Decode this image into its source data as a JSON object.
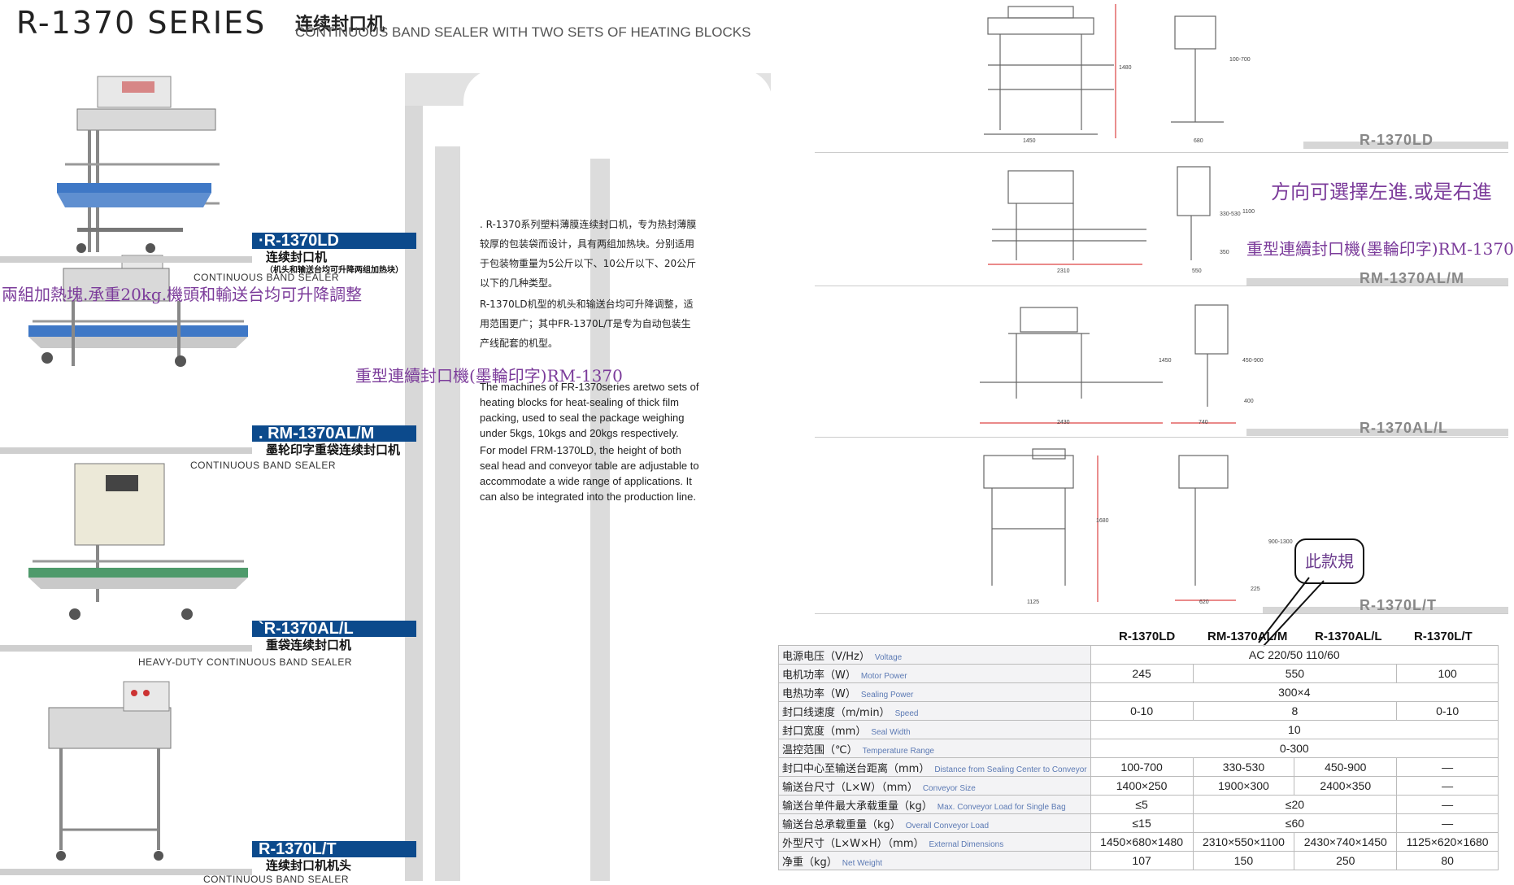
{
  "header": {
    "series_title": "R-1370 SERIES",
    "cn_title": "连续封口机",
    "en_title": "CONTINUOUS BAND SEALER WITH TWO SETS OF HEATING BLOCKS"
  },
  "products": [
    {
      "model": "·R-1370LD",
      "cn_name": "连续封口机",
      "cn_sub": "（机头和输送台均可升降两组加热块）",
      "en_name": "CONTINUOUS BAND SEALER"
    },
    {
      "model": ". RM-1370AL/M",
      "cn_name": "墨轮印字重袋连续封口机",
      "cn_sub": "",
      "en_name": "CONTINUOUS BAND SEALER"
    },
    {
      "model": "`R-1370AL/L",
      "cn_name": "重袋连续封口机",
      "cn_sub": "",
      "en_name": "HEAVY-DUTY CONTINUOUS BAND SEALER"
    },
    {
      "model": "R-1370L/T",
      "cn_name": "连续封口机机头",
      "cn_sub": "",
      "en_name": "CONTINUOUS BAND SEALER"
    }
  ],
  "annotations": {
    "note_left": "兩組加熱塊.承重20kg.機頭和輸送台均可升降調整",
    "note_center": "重型連續封口機(墨輪印字)RM-1370",
    "note_right_top": "方向可選擇左進.或是右進",
    "note_right_mid": "重型連續封口機(墨輪印字)RM-1370",
    "callout": "此款規"
  },
  "description": {
    "cn": [
      ". R-1370系列塑料薄膜连续封口机，专为热封薄膜较厚的包装袋而设计，具有两组加热块。分别适用于包装物重量为5公斤以下、10公斤以下、20公斤以下的几种类型。",
      "R-1370LD机型的机头和输送台均可升降调整，适用范围更广；其中FR-1370L/T是专为自动包装生产线配套的机型。"
    ],
    "en": [
      "The machines of FR-1370series aretwo sets of heating blocks for heat-sealing of thick film packing, used to seal the package weighing under 5kgs, 10kgs and 20kgs respectively.",
      "For model FRM-1370LD, the height of both seal head and conveyor table are adjustable to accommodate a wide range of applications. It can also be integrated into the production line."
    ]
  },
  "drawings": [
    {
      "label": "R-1370LD"
    },
    {
      "label": "RM-1370AL/M"
    },
    {
      "label": "R-1370AL/L"
    },
    {
      "label": "R-1370L/T"
    }
  ],
  "dimensions": {
    "d1": [
      "1480",
      "1450",
      "680",
      "100-700"
    ],
    "d2": [
      "2310",
      "330-530",
      "1100",
      "550",
      "350"
    ],
    "d3": [
      "1450",
      "450-900",
      "400",
      "2430",
      "740"
    ],
    "d4": [
      "1680",
      "1125",
      "900-1300",
      "225",
      "620"
    ]
  },
  "spec_table": {
    "columns": [
      "R-1370LD",
      "RM-1370AL/M",
      "R-1370AL/L",
      "R-1370L/T"
    ],
    "rows": [
      {
        "cn": "电源电压（V/Hz）",
        "en": "Voltage",
        "cells": [
          {
            "v": "AC  220/50  110/60",
            "span": 4
          }
        ]
      },
      {
        "cn": "电机功率（W）",
        "en": "Motor Power",
        "cells": [
          {
            "v": "245",
            "span": 1
          },
          {
            "v": "550",
            "span": 2
          },
          {
            "v": "100",
            "span": 1
          }
        ]
      },
      {
        "cn": "电热功率（W）",
        "en": "Sealing Power",
        "cells": [
          {
            "v": "300×4",
            "span": 4
          }
        ]
      },
      {
        "cn": "封口线速度（m/min）",
        "en": "Speed",
        "cells": [
          {
            "v": "0-10",
            "span": 1
          },
          {
            "v": "8",
            "span": 2
          },
          {
            "v": "0-10",
            "span": 1
          }
        ]
      },
      {
        "cn": "封口宽度（mm）",
        "en": "Seal Width",
        "cells": [
          {
            "v": "10",
            "span": 4
          }
        ]
      },
      {
        "cn": "温控范围（℃）",
        "en": "Temperature Range",
        "cells": [
          {
            "v": "0-300",
            "span": 4
          }
        ]
      },
      {
        "cn": "封口中心至输送台距离（mm）",
        "en": "Distance from Sealing Center to Conveyor",
        "cells": [
          {
            "v": "100-700",
            "span": 1
          },
          {
            "v": "330-530",
            "span": 1
          },
          {
            "v": "450-900",
            "span": 1
          },
          {
            "v": "—",
            "span": 1
          }
        ]
      },
      {
        "cn": "输送台尺寸（L×W）（mm）",
        "en": "Conveyor Size",
        "cells": [
          {
            "v": "1400×250",
            "span": 1
          },
          {
            "v": "1900×300",
            "span": 1
          },
          {
            "v": "2400×350",
            "span": 1
          },
          {
            "v": "—",
            "span": 1
          }
        ]
      },
      {
        "cn": "输送台单件最大承载重量（kg）",
        "en": "Max. Conveyor Load for Single Bag",
        "cells": [
          {
            "v": "≤5",
            "span": 1
          },
          {
            "v": "≤20",
            "span": 2
          },
          {
            "v": "—",
            "span": 1
          }
        ]
      },
      {
        "cn": "输送台总承载重量（kg）",
        "en": "Overall Conveyor Load",
        "cells": [
          {
            "v": "≤15",
            "span": 1
          },
          {
            "v": "≤60",
            "span": 2
          },
          {
            "v": "—",
            "span": 1
          }
        ]
      },
      {
        "cn": "外型尺寸（L×W×H）（mm）",
        "en": "External Dimensions",
        "cells": [
          {
            "v": "1450×680×1480",
            "span": 1
          },
          {
            "v": "2310×550×1100",
            "span": 1
          },
          {
            "v": "2430×740×1450",
            "span": 1
          },
          {
            "v": "1125×620×1680",
            "span": 1
          }
        ]
      },
      {
        "cn": "净重（kg）",
        "en": "Net Weight",
        "cells": [
          {
            "v": "107",
            "span": 1
          },
          {
            "v": "150",
            "span": 1
          },
          {
            "v": "250",
            "span": 1
          },
          {
            "v": "80",
            "span": 1
          }
        ]
      }
    ]
  }
}
